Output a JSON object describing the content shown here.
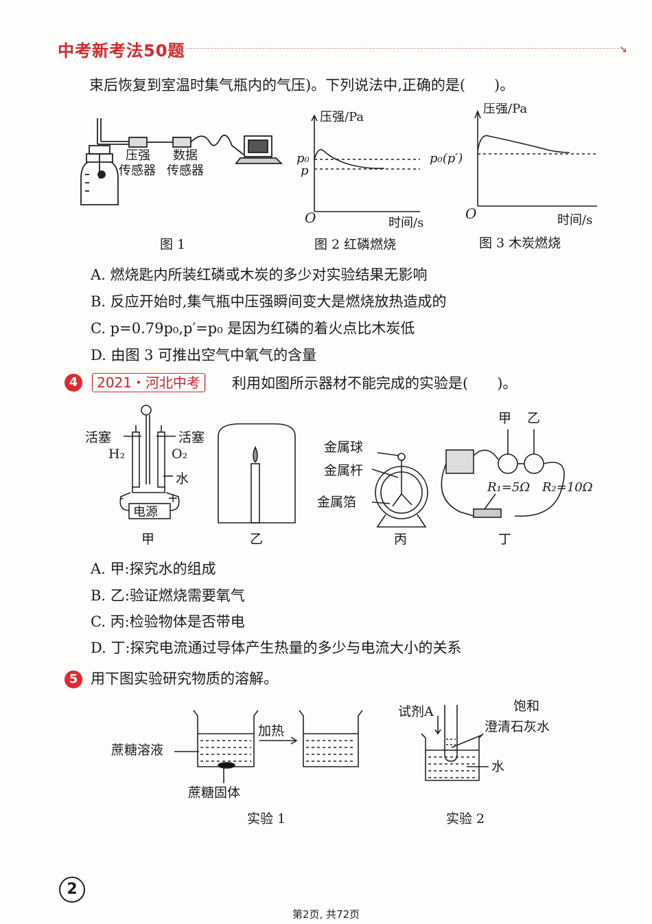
{
  "header": {
    "title": "中考新考法50题"
  },
  "q3": {
    "stem_tail": "束后恢复到室温时集气瓶内的气压)。下列说法中,正确的是(　　)。",
    "fig1": {
      "sensor1a": "压强",
      "sensor1b": "传感器",
      "sensor2a": "数据",
      "sensor2b": "传感器",
      "caption": "图 1"
    },
    "fig2": {
      "ylabel": "压强/Pa",
      "xlabel": "时间/s",
      "origin": "O",
      "p0": "p₀",
      "p": "p",
      "caption": "图 2  红磷燃烧"
    },
    "fig3": {
      "ylabel": "压强/Pa",
      "xlabel": "时间/s",
      "origin": "O",
      "p0": "p₀(p′)",
      "caption": "图 3  木炭燃烧"
    },
    "options": [
      "A. 燃烧匙内所装红磷或木炭的多少对实验结果无影响",
      "B. 反应开始时,集气瓶中压强瞬间变大是燃烧放热造成的",
      "C. p=0.79p₀,p′=p₀ 是因为红磷的着火点比木炭低",
      "D. 由图 3 可推出空气中氧气的含量"
    ]
  },
  "q4": {
    "num": "4",
    "tag": "2021・河北中考",
    "stem": "利用如图所示器材不能完成的实验是(　　)。",
    "fig_jia": {
      "valve_l": "活塞",
      "valve_r": "活塞",
      "h2": "H₂",
      "o2": "O₂",
      "water": "水",
      "minus": "-",
      "plus": "+",
      "power": "电源",
      "caption": "甲"
    },
    "fig_yi": {
      "caption": "乙"
    },
    "fig_bing": {
      "ball": "金属球",
      "rod": "金属杆",
      "foil": "金属箔",
      "caption": "丙"
    },
    "fig_ding": {
      "jia": "甲",
      "yi": "乙",
      "r1": "R₁=5Ω",
      "r2": "R₂=10Ω",
      "caption": "丁"
    },
    "options": [
      "A. 甲:探究水的组成",
      "B. 乙:验证燃烧需要氧气",
      "C. 丙:检验物体是否带电",
      "D. 丁:探究电流通过导体产生热量的多少与电流大小的关系"
    ]
  },
  "q5": {
    "num": "5",
    "stem": "用下图实验研究物质的溶解。",
    "exp1": {
      "solution": "蔗糖溶液",
      "heat": "加热",
      "solid": "蔗糖固体",
      "caption": "实验 1"
    },
    "exp2": {
      "reagent": "试剂A",
      "sat1": "饱和",
      "sat2": "澄清石灰水",
      "water": "水",
      "caption": "实验 2"
    }
  },
  "page": {
    "number": "2",
    "footer": "第2页, 共72页"
  }
}
